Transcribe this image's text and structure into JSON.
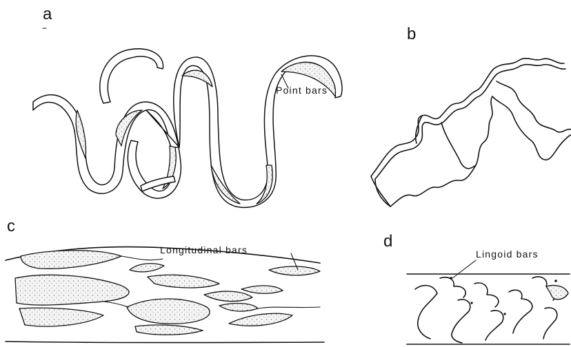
{
  "panels": {
    "a": {
      "letter": "a",
      "annotation": "Point bars"
    },
    "b": {
      "letter": "b"
    },
    "c": {
      "letter": "c",
      "annotation": "Longitudinal bars"
    },
    "d": {
      "letter": "d",
      "annotation": "Lingoid bars"
    }
  },
  "colors": {
    "ink": "#111111",
    "background": "#ffffff"
  }
}
